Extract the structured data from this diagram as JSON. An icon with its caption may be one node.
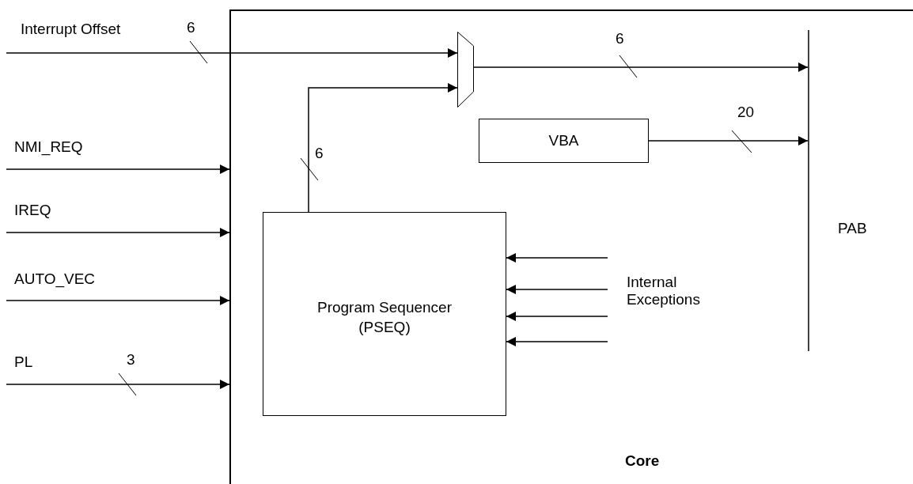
{
  "diagram": {
    "nodes": [
      {
        "text": [
          "Core"
        ]
      },
      {
        "text": [],
        "shape": "trapezoid",
        "in": 0
      },
      {
        "text": [
          "VBA"
        ],
        "in": 0
      },
      {
        "text": [
          "Program Sequencer (PSEQ)"
        ],
        "in": 0
      },
      {
        "text": [
          "PAB"
        ],
        "in": 0
      }
    ],
    "edges": [
      {
        "from": null,
        "to": 1,
        "arrow": "to",
        "label": "Interrupt Offset"
      },
      {
        "from": 3,
        "to": 1,
        "arrow": "to"
      },
      {
        "from": 1,
        "to": 4,
        "arrow": "to"
      },
      {
        "from": 2,
        "to": 4,
        "arrow": "to"
      },
      {
        "from": null,
        "to": 0,
        "arrow": "to",
        "label": "NMI_REQ"
      },
      {
        "from": null,
        "to": 0,
        "arrow": "to",
        "label": "IREQ"
      },
      {
        "from": null,
        "to": 0,
        "arrow": "to",
        "label": "AUTO_VEC"
      },
      {
        "from": null,
        "to": 0,
        "arrow": "to",
        "label": "PL"
      },
      {
        "from": null,
        "to": 3,
        "arrow": "to"
      },
      {
        "from": null,
        "to": 3,
        "arrow": "to"
      },
      {
        "from": null,
        "to": 3,
        "arrow": "to"
      },
      {
        "from": null,
        "to": 3,
        "arrow": "to"
      }
    ],
    "labels": [
      "6",
      "6",
      "20",
      "6",
      "Internal Exceptions",
      "3"
    ]
  }
}
